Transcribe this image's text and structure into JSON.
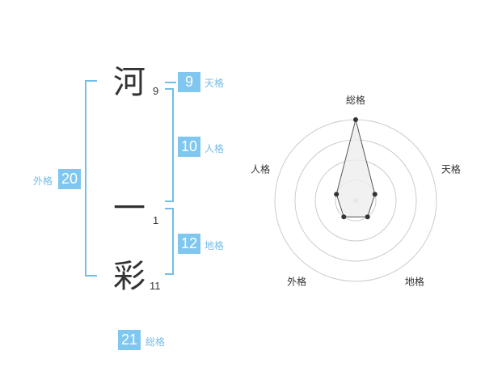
{
  "name": {
    "chars": [
      {
        "char": "河",
        "strokes": "9"
      },
      {
        "char": "一",
        "strokes": "1"
      },
      {
        "char": "彩",
        "strokes": "11"
      }
    ]
  },
  "kaku": {
    "tenkaku": {
      "value": "9",
      "label": "天格"
    },
    "jinkaku": {
      "value": "10",
      "label": "人格"
    },
    "chikaku": {
      "value": "12",
      "label": "地格"
    },
    "gaikaku": {
      "value": "20",
      "label": "外格"
    },
    "soukaku": {
      "value": "21",
      "label": "総格"
    }
  },
  "chart_data": {
    "type": "radar",
    "axes": [
      "総格",
      "天格",
      "地格",
      "外格",
      "人格"
    ],
    "rings": 4,
    "max": 4,
    "values": [
      4,
      1,
      1,
      1,
      1
    ],
    "colors": {
      "fill": "#eeeeee",
      "line": "#555555",
      "point": "#333333",
      "ring": "#cccccc",
      "center": "#cccccc"
    }
  },
  "colors": {
    "accent": "#7fc7ef",
    "bracket": "#74bde8"
  }
}
